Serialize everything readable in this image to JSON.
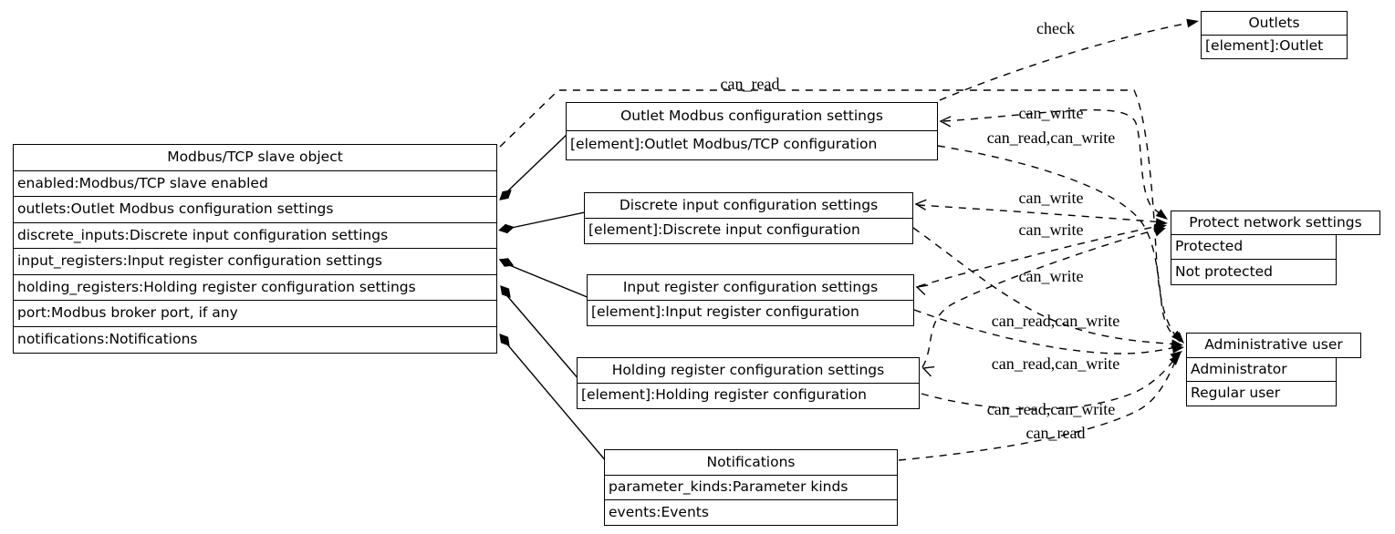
{
  "colors": {
    "line": "#000000",
    "background": "#ffffff",
    "text": "#000000"
  },
  "nodes": {
    "modbus_slave": {
      "title": "Modbus/TCP slave object",
      "rows": [
        "enabled:Modbus/TCP slave enabled",
        "outlets:Outlet Modbus configuration settings",
        "discrete_inputs:Discrete input configuration settings",
        "input_registers:Input register configuration settings",
        "holding_registers:Holding register configuration settings",
        "port:Modbus broker port, if any",
        "notifications:Notifications"
      ]
    },
    "outlet_modbus": {
      "title": "Outlet Modbus configuration settings",
      "rows": [
        "[element]:Outlet Modbus/TCP configuration"
      ]
    },
    "discrete_input": {
      "title": "Discrete input configuration settings",
      "rows": [
        "[element]:Discrete input configuration"
      ]
    },
    "input_register": {
      "title": "Input register configuration settings",
      "rows": [
        "[element]:Input register configuration"
      ]
    },
    "holding_register": {
      "title": "Holding register configuration settings",
      "rows": [
        "[element]:Holding register configuration"
      ]
    },
    "notifications": {
      "title": "Notifications",
      "rows": [
        "parameter_kinds:Parameter kinds",
        "events:Events"
      ]
    },
    "outlets": {
      "title": "Outlets",
      "rows": [
        "[element]:Outlet"
      ]
    },
    "protect_network": {
      "title": "Protect network settings",
      "rows": [
        "Protected",
        "Not protected"
      ]
    },
    "admin_user": {
      "title": "Administrative user",
      "rows": [
        "Administrator",
        "Regular user"
      ]
    }
  },
  "edges": [
    {
      "from": "Modbus/TCP slave object",
      "to": "Administrative user",
      "label": "can_read",
      "style": "dashed",
      "arrow": "forward"
    },
    {
      "from": "Outlet Modbus configuration settings",
      "to": "Outlets",
      "label": "check",
      "style": "dashed",
      "arrow": "forward"
    },
    {
      "from": "Outlet Modbus configuration settings",
      "to": "Protect network settings",
      "label": "can_write",
      "style": "dashed",
      "arrow": "both"
    },
    {
      "from": "Outlet Modbus configuration settings",
      "to": "Administrative user",
      "label": "can_read,can_write",
      "style": "dashed",
      "arrow": "forward"
    },
    {
      "from": "Discrete input configuration settings",
      "to": "Protect network settings",
      "label": "can_write",
      "style": "dashed",
      "arrow": "both"
    },
    {
      "from": "Input register configuration settings",
      "to": "Protect network settings",
      "label": "can_write",
      "style": "dashed",
      "arrow": "both"
    },
    {
      "from": "Holding register configuration settings",
      "to": "Protect network settings",
      "label": "can_write",
      "style": "dashed",
      "arrow": "both"
    },
    {
      "from": "Discrete input configuration settings",
      "to": "Administrative user",
      "label": "can_read,can_write",
      "style": "dashed",
      "arrow": "forward"
    },
    {
      "from": "Input register configuration settings",
      "to": "Administrative user",
      "label": "can_read,can_write",
      "style": "dashed",
      "arrow": "forward"
    },
    {
      "from": "Holding register configuration settings",
      "to": "Administrative user",
      "label": "can_read,can_write",
      "style": "dashed",
      "arrow": "forward"
    },
    {
      "from": "Notifications",
      "to": "Administrative user",
      "label": "can_read",
      "style": "dashed",
      "arrow": "forward"
    }
  ],
  "compositions": [
    {
      "owner_field": "outlets",
      "target": "Outlet Modbus configuration settings"
    },
    {
      "owner_field": "discrete_inputs",
      "target": "Discrete input configuration settings"
    },
    {
      "owner_field": "input_registers",
      "target": "Input register configuration settings"
    },
    {
      "owner_field": "holding_registers",
      "target": "Holding register configuration settings"
    },
    {
      "owner_field": "notifications",
      "target": "Notifications"
    }
  ]
}
